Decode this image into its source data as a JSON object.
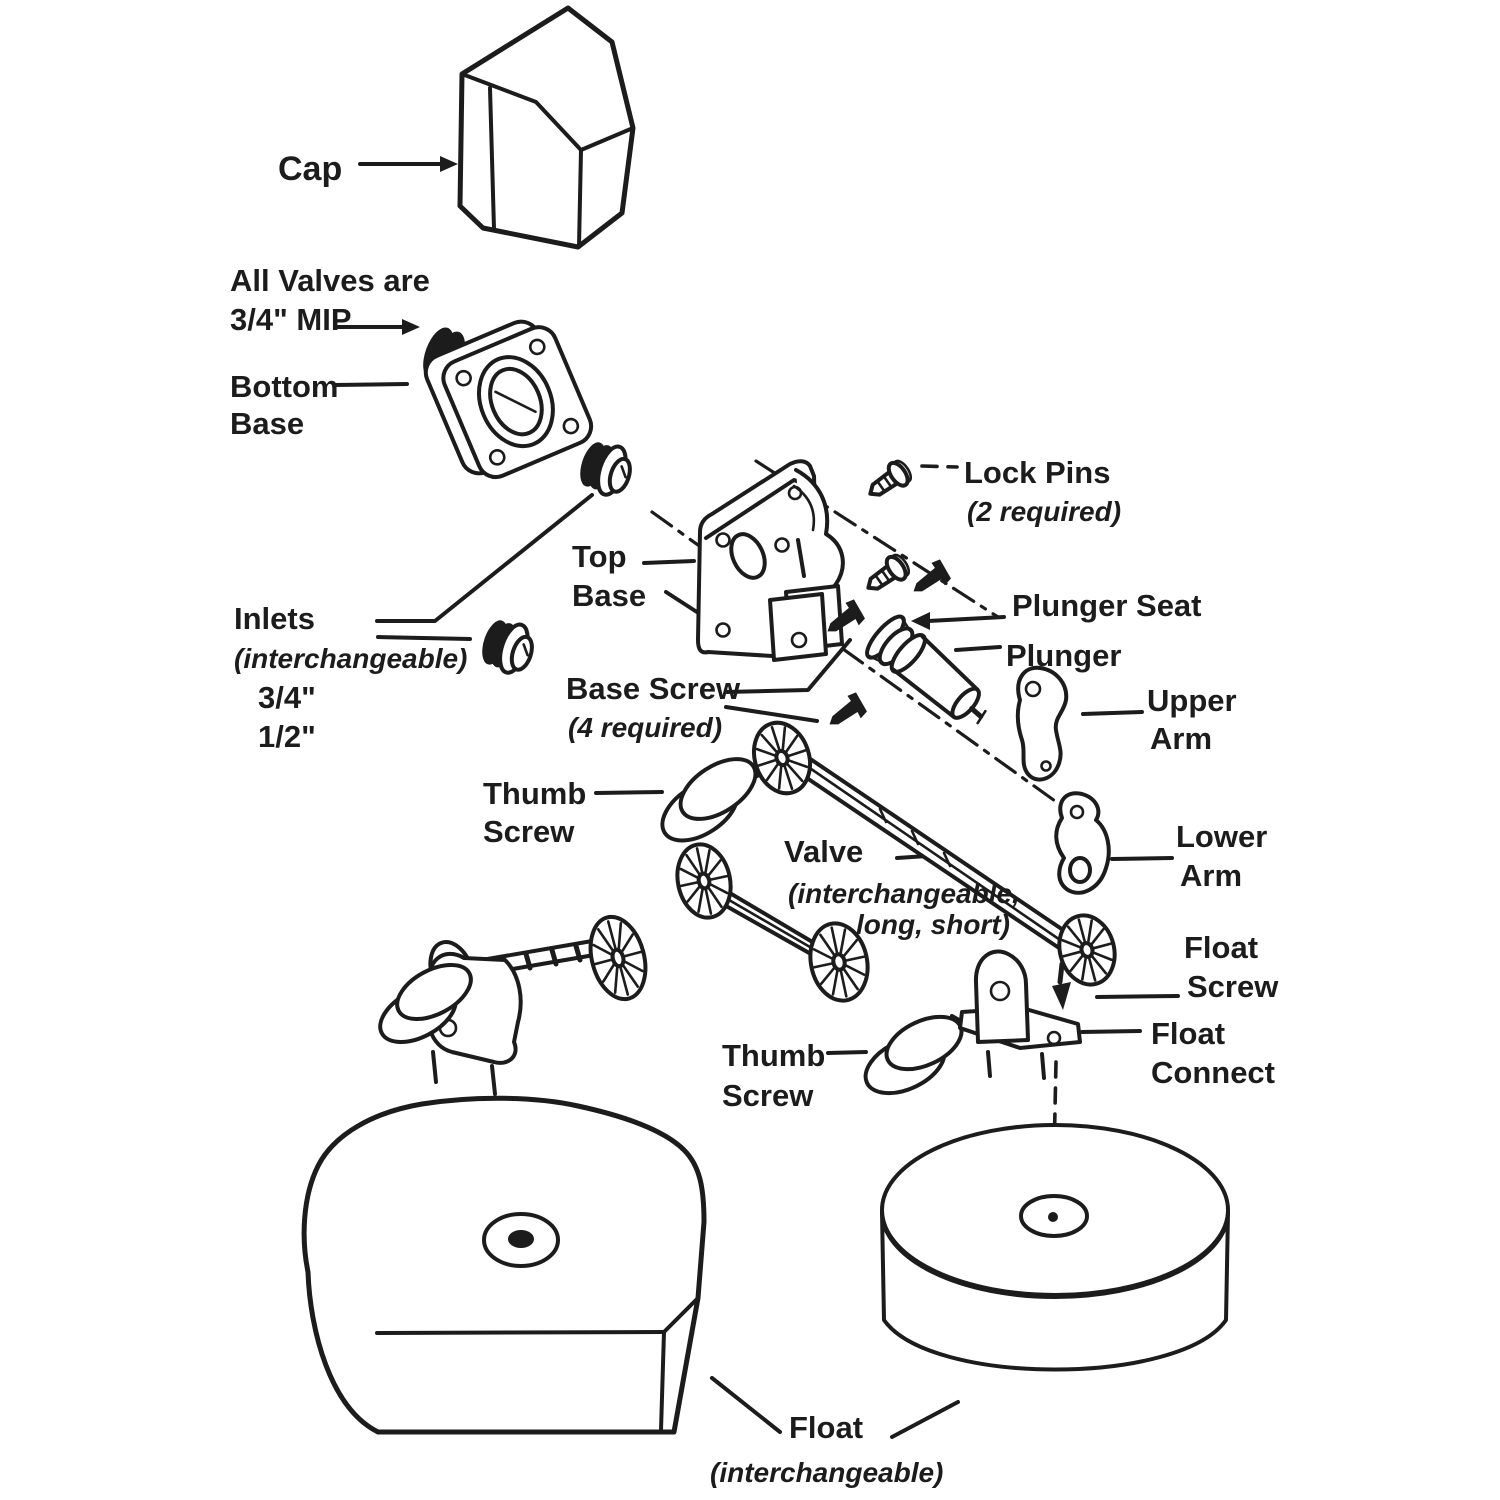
{
  "diagram": {
    "kind": "exploded parts diagram of a float valve assembly",
    "background_color": "#ffffff",
    "line_color": "#1c1c1c"
  },
  "labels": {
    "cap": {
      "text": "Cap"
    },
    "all_valves": {
      "line1": "All Valves are",
      "line2": "3/4\" MIP"
    },
    "bottom_base": {
      "line1": "Bottom",
      "line2": "Base"
    },
    "inlets": {
      "line1": "Inlets",
      "line2": "(interchangeable)",
      "line3": "3/4\"",
      "line4": "1/2\""
    },
    "top_base": {
      "line1": "Top",
      "line2": "Base"
    },
    "base_screw": {
      "line1": "Base Screw",
      "line2": "(4 required)"
    },
    "lock_pins": {
      "line1": "Lock Pins",
      "line2": "(2 required)"
    },
    "plunger_seat": {
      "text": "Plunger Seat"
    },
    "plunger": {
      "text": "Plunger"
    },
    "upper_arm": {
      "line1": "Upper",
      "line2": "Arm"
    },
    "lower_arm": {
      "line1": "Lower",
      "line2": "Arm"
    },
    "thumb_screw_1": {
      "line1": "Thumb",
      "line2": "Screw"
    },
    "valve": {
      "line1": "Valve",
      "line2": "(interchangeable,",
      "line3": "long, short)"
    },
    "float_screw": {
      "line1": "Float",
      "line2": "Screw"
    },
    "float_connect": {
      "line1": "Float",
      "line2": "Connect"
    },
    "thumb_screw_2": {
      "line1": "Thumb",
      "line2": "Screw"
    },
    "float": {
      "line1": "Float",
      "line2": "(interchangeable)"
    }
  }
}
